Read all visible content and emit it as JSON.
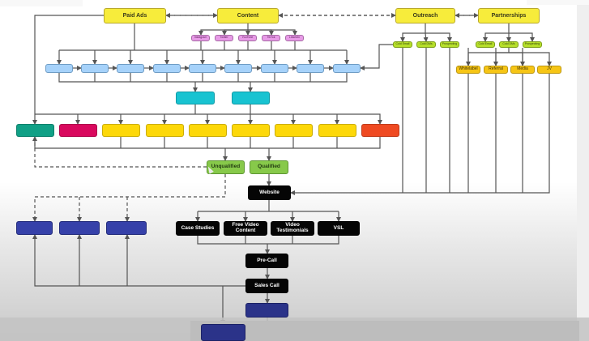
{
  "diagram": {
    "top_sources": [
      {
        "id": "paid-ads",
        "label": "Paid Ads"
      },
      {
        "id": "content",
        "label": "Content"
      },
      {
        "id": "outreach",
        "label": "Outreach"
      },
      {
        "id": "partnerships",
        "label": "Partnerships"
      }
    ],
    "content_channels": [
      "Instagram",
      "Twitter",
      "YouTube",
      "TikTok",
      "LinkedIn"
    ],
    "outreach_channels": [
      "Cold Email",
      "Cold DMs",
      "Prospecting"
    ],
    "partnership_channels": [
      "Cold Email",
      "Cold DMs",
      "Prospecting"
    ],
    "partnership_types": [
      "Whitelabel",
      "Referral",
      "Media",
      "JV"
    ],
    "light_blue_stage_count": 9,
    "cyan_stage_count": 2,
    "colored_stage_colors": [
      "#11a086",
      "#d9095e",
      "#fdd809",
      "#fdd809",
      "#fdd809",
      "#fdd809",
      "#fdd809",
      "#fdd809",
      "#ef4a22"
    ],
    "qualification": {
      "unqualified": "Unqualified",
      "qualified": "Qualified"
    },
    "funnel": {
      "website": "Website",
      "assets": [
        "Case Studies",
        "Free Video Content",
        "Video Testimonials",
        "VSL"
      ],
      "pre_call": "Pre-Call",
      "sales_call": "Sales Call"
    },
    "nurture_box_count": 3,
    "colors": {
      "top_yellow": "#f7ec3b",
      "pink": "#e79ae6",
      "lime": "#b6df2a",
      "gold": "#f6c515",
      "light_blue": "#a6d2fa",
      "cyan": "#18c3d1",
      "green": "#87c94a",
      "black": "#050505",
      "navy": "#3641a9",
      "edge": "#555555"
    }
  }
}
